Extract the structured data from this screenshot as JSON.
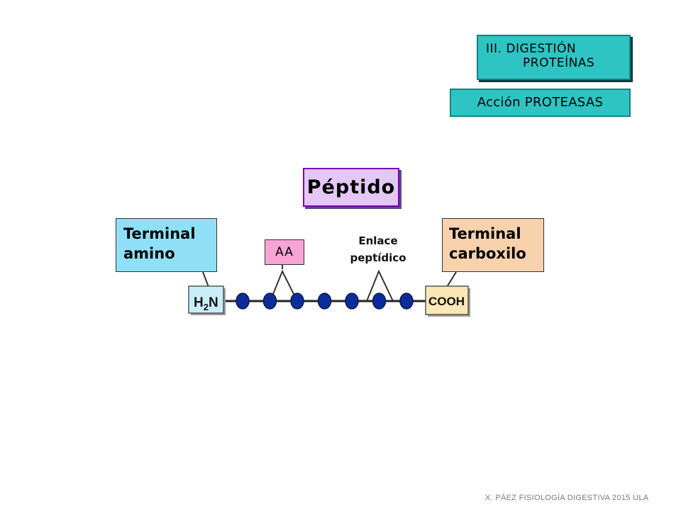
{
  "header": {
    "section_line1": "III. DIGESTIÓN",
    "section_line2": "PROTEÍNAS",
    "subtitle": "Acción PROTEASAS"
  },
  "diagram": {
    "title": "Péptido",
    "n_terminal_line1": "Terminal",
    "n_terminal_line2": "amino",
    "c_terminal_line1": "Terminal",
    "c_terminal_line2": "carboxilo",
    "aa_label": "AA",
    "bond_label_line1": "Enlace",
    "bond_label_line2": "peptídico",
    "n_group": "H",
    "n_group_sub": "2",
    "n_group_atom": "N",
    "c_group": "COOH",
    "residue_count": 7,
    "colors": {
      "residue": "#0b2d9c",
      "amino_group": "#c9eef8",
      "carboxyl_group": "#fbe7b5"
    }
  },
  "footer": {
    "credit": "X. PÁEZ   FISIOLOGÍA DIGESTIVA 2015  ULA"
  }
}
